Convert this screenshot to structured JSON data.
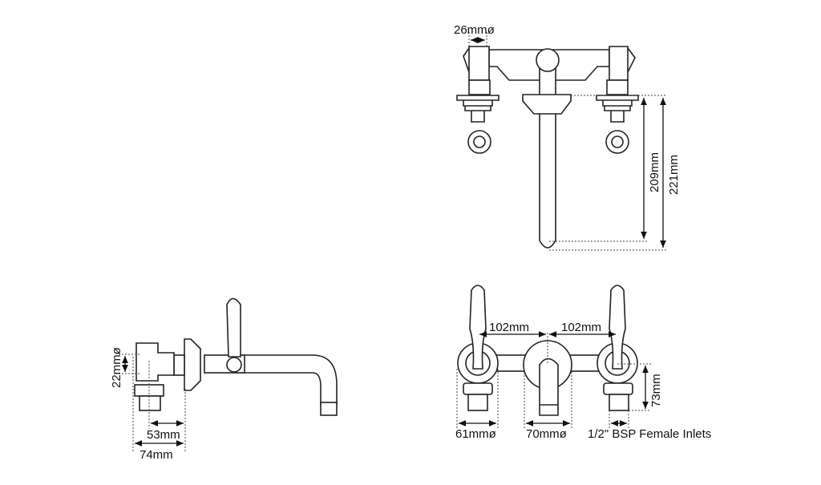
{
  "top_view": {
    "handle_diameter": "26mmø",
    "spout_height_1": "209mm",
    "spout_height_2": "221mm"
  },
  "side_view": {
    "body_diameter": "22mmø",
    "depth_1": "53mm",
    "depth_2": "74mm"
  },
  "front_view": {
    "spacing_left": "102mm",
    "spacing_right": "102mm",
    "handle_plate": "61mmø",
    "spout_plate": "70mmø",
    "inlet_height": "73mm",
    "inlets": "1/2\" BSP Female Inlets"
  }
}
